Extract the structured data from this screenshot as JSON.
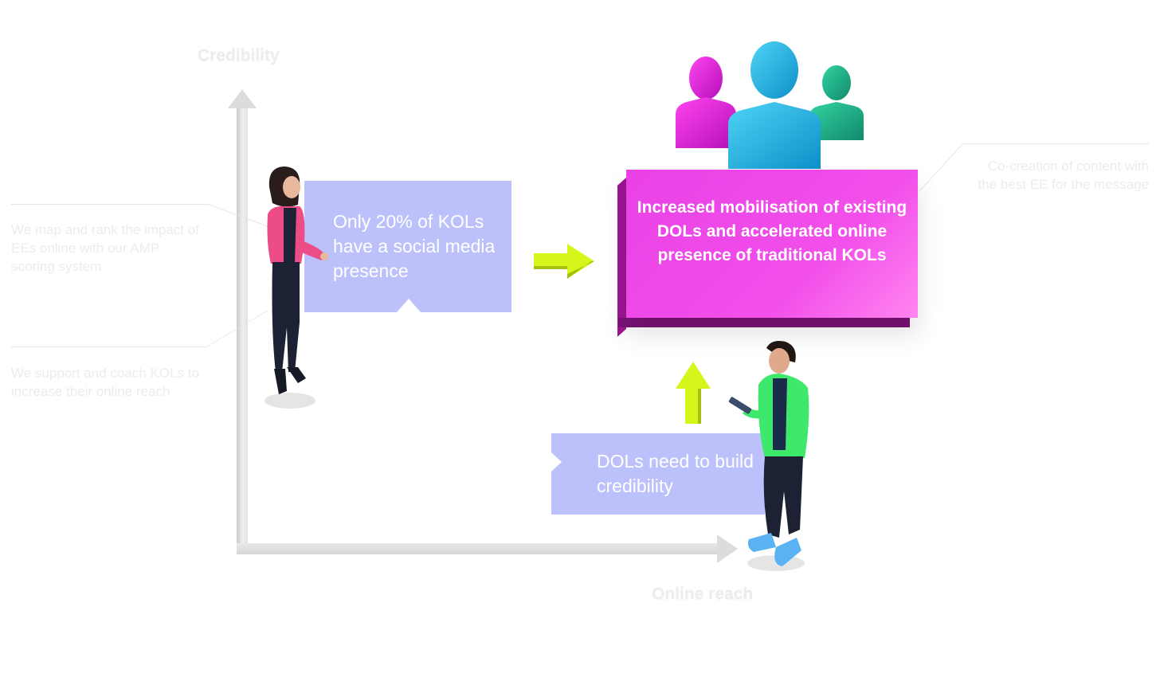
{
  "axes": {
    "y_label": "Credibility",
    "x_label": "Online reach"
  },
  "notes": {
    "map": "We map and rank the impact of EEs online with our AMP scoring system",
    "support": "We support and coach KOLs to increase their online reach",
    "cocreation": "Co-creation of content with the best EE for the message"
  },
  "bubbles": {
    "kols": "Only 20% of KOLs have a social media presence",
    "dols": "DOLs need to build credibility"
  },
  "result": {
    "text": "Increased mobilisation of existing DOLs and accelerated online presence of traditional KOLs"
  },
  "colors": {
    "magenta": "#f24fea",
    "bubble": "#bcc1fb",
    "arrow": "#d6f51a",
    "person_cyan": "#1cb7e6",
    "person_magenta": "#d61fd2",
    "person_teal": "#20b08c",
    "jacket_pink": "#ec4d86",
    "hoodie_green": "#3ee86a"
  },
  "icons": {
    "group": "people-group-icon",
    "arrow_right": "arrow-right-icon",
    "arrow_up": "arrow-up-icon"
  }
}
